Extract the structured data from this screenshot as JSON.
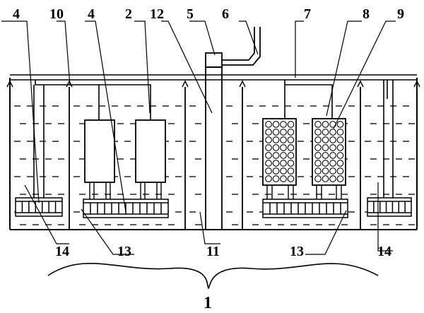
{
  "diagram": {
    "labels": {
      "tl_4": "4",
      "l_10": "10",
      "c_4": "4",
      "c_2": "2",
      "c_12": "12",
      "c_5": "5",
      "c_6": "6",
      "r_7": "7",
      "r_8": "8",
      "r_9": "9",
      "b_14_left": "14",
      "b_13_left": "13",
      "b_11": "11",
      "b_13_right": "13",
      "b_14_right": "14",
      "bottom_1": "1"
    }
  }
}
